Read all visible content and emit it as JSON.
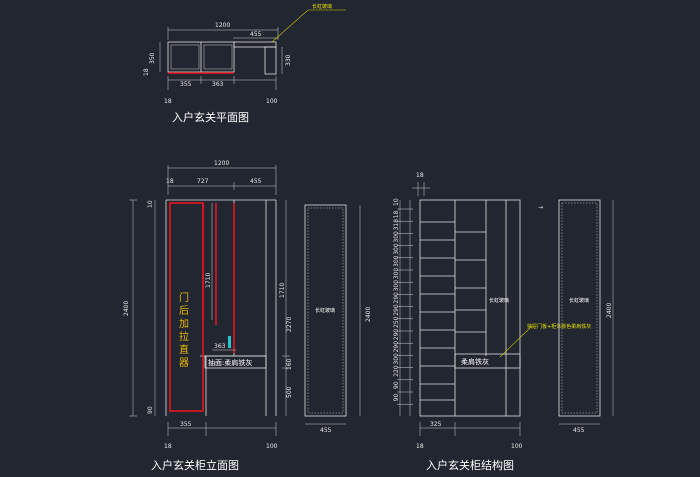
{
  "plan": {
    "caption": "入户玄关平面图",
    "width_1200": "1200",
    "width_455": "455",
    "depth_350": "350",
    "depth_330": "330",
    "cell_355": "355",
    "cell_363": "363",
    "edge_18": "18",
    "left_18": "18",
    "right_100": "100",
    "glass_label": "长虹玻璃"
  },
  "elevation": {
    "caption": "入户玄关柜立面图",
    "width_1200": "1200",
    "top_18": "18",
    "top_727": "727",
    "top_455": "455",
    "height_2400": "2400",
    "top_10": "10",
    "height_1710": "1710",
    "height_2270": "2270",
    "height_1710b": "1710",
    "height_160": "160",
    "height_500": "500",
    "bottom_90": "90",
    "bottom_355": "355",
    "bottom_18": "18",
    "bottom_100": "100",
    "drawer_363": "363",
    "door_text": [
      "门",
      "后",
      "加",
      "拉",
      "直",
      "器"
    ],
    "drawer_label": "抽面:柔肩铁灰",
    "glass_label": "长虹玻璃",
    "side_height": "2400",
    "side_width": "455"
  },
  "structure": {
    "caption": "入户玄关柜结构图",
    "top_18": "18",
    "left_dims": [
      "10",
      "18",
      "318",
      "300",
      "300",
      "300",
      "300",
      "300",
      "290",
      "290",
      "250",
      "290",
      "290",
      "300",
      "220",
      "90",
      "90"
    ],
    "bottom_325": "325",
    "bottom_18": "18",
    "bottom_100": "100",
    "glass_label": "长虹玻璃",
    "yellow_note": "抽屉门板+柜体颜色柔肩铁灰",
    "drawer_label": "柔肩铁灰",
    "side_glass_label": "长虹玻璃",
    "side_height": "2400",
    "side_width": "455",
    "arrow_glyph": "→"
  }
}
